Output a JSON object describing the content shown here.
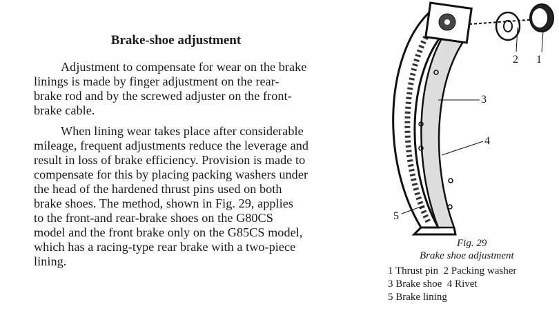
{
  "heading": "Brake-shoe adjustment",
  "body_lines": [
    "Adjustment to compensate for wear on the brake",
    "linings is made by finger adjustment on the rear-",
    "brake rod and by the screwed adjuster on the front-",
    "brake cable.",
    "When lining wear takes place after considerable",
    "mileage, frequent adjustments reduce the leverage and",
    "result in loss of brake efficiency. Provision is made to",
    "compensate for this by placing packing washers under",
    "the head of the hardened thrust pins used on both",
    "brake shoes. The method, shown in Fig. 29, applies",
    "to the front-and rear-brake shoes on the G80CS",
    "model and the front brake only on the G85CS model,",
    "which has a racing-type rear brake with a two-piece",
    "lining."
  ],
  "figure": {
    "callouts": [
      "1",
      "2",
      "3",
      "4",
      "5"
    ],
    "number": "Fig. 29",
    "caption": "Brake shoe adjustment",
    "legend": [
      "1 Thrust pin  2 Packing washer",
      "3 Brake shoe  4 Rivet",
      "5 Brake lining"
    ]
  }
}
